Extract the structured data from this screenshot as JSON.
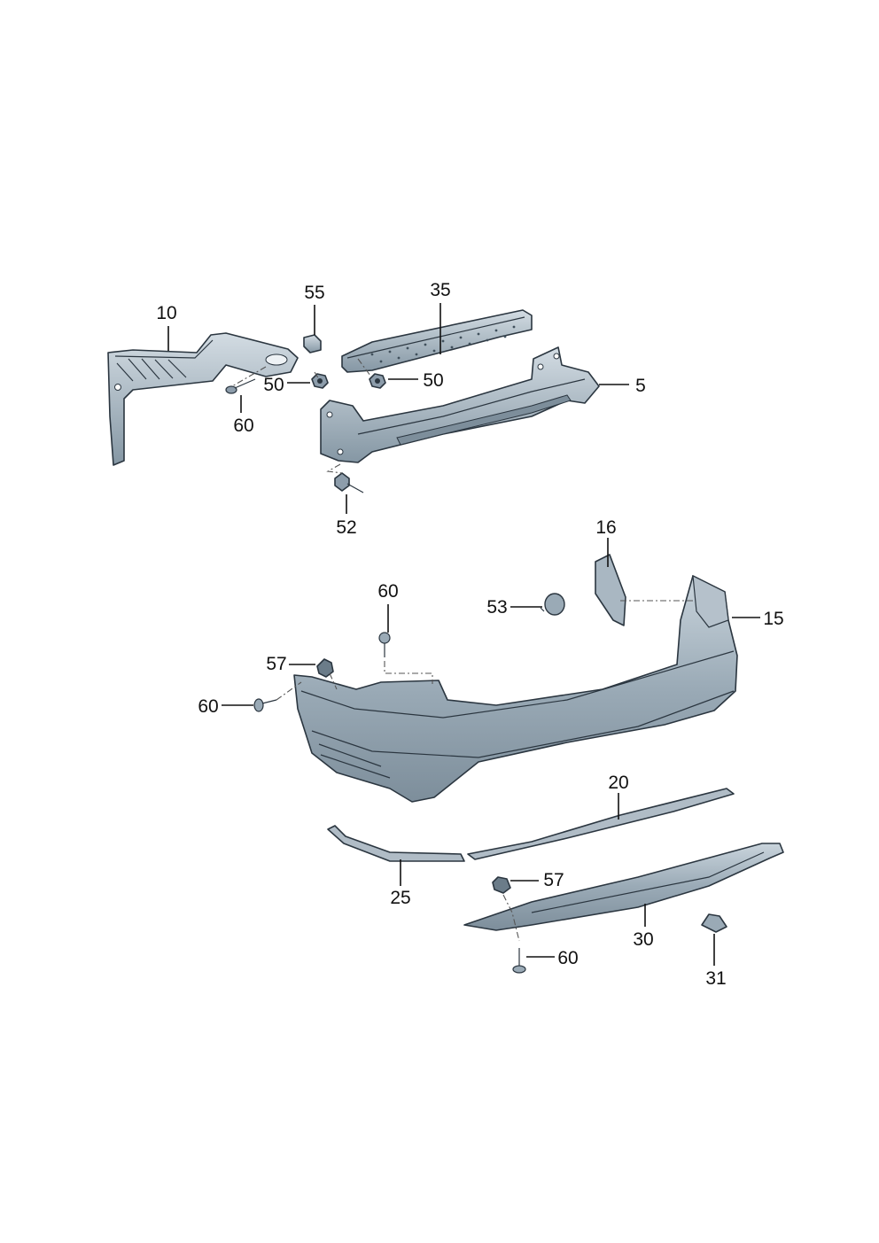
{
  "diagram": {
    "labels": {
      "p5": "5",
      "p10": "10",
      "p15": "15",
      "p16": "16",
      "p20": "20",
      "p25": "25",
      "p30": "30",
      "p31": "31",
      "p35": "35",
      "p50a": "50",
      "p50b": "50",
      "p52": "52",
      "p53": "53",
      "p55": "55",
      "p57a": "57",
      "p57b": "57",
      "p60a": "60",
      "p60b": "60",
      "p60c": "60",
      "p60d": "60"
    },
    "colors": {
      "part_fill": "#9aaab6",
      "part_light": "#c9d4dc",
      "part_dark": "#6b7c89",
      "outline": "#2b3640"
    }
  }
}
